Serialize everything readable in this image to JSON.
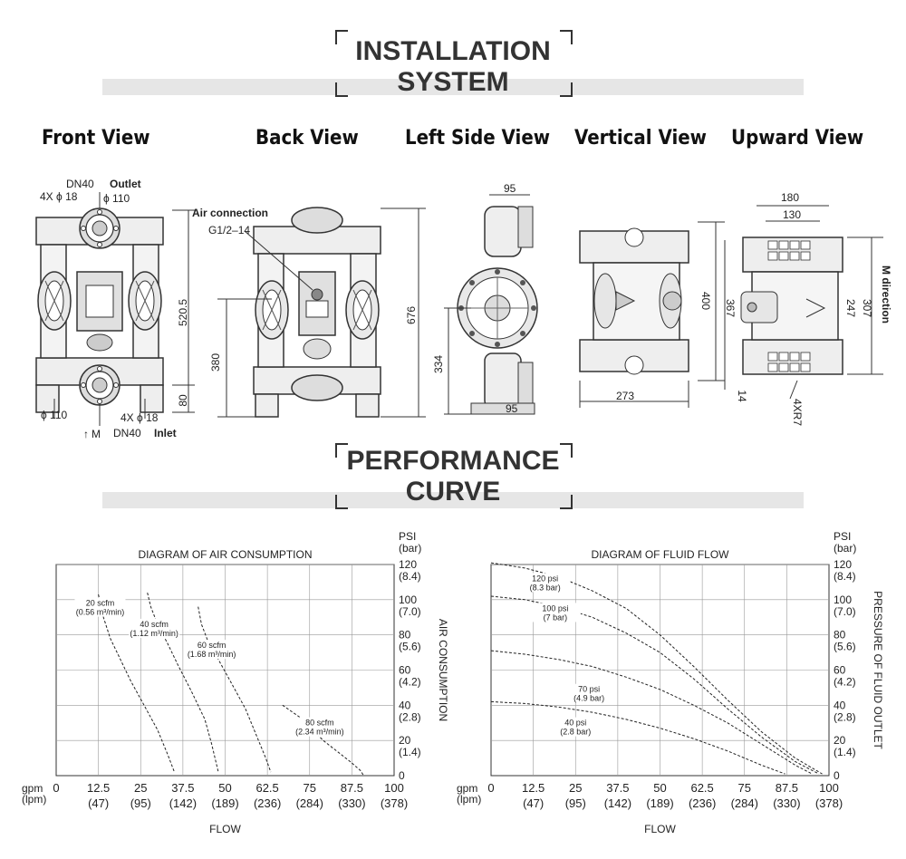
{
  "installation": {
    "title_line1": "INSTALLATION",
    "title_line2": "SYSTEM",
    "views": [
      "Front View",
      "Back View",
      "Left Side View",
      "Vertical View",
      "Upward View"
    ],
    "front": {
      "dn40_outlet": "DN40",
      "outlet_label": "Outlet",
      "holes_top": "4X ϕ 18",
      "phi_top": "ϕ 110",
      "height": "520.5",
      "base": "80",
      "phi_bottom": "ϕ 110",
      "holes_bottom": "4X ϕ 18",
      "m_label": "M",
      "dn40_inlet": "DN40",
      "inlet_label": "Inlet"
    },
    "back": {
      "air_connection": "Air connection",
      "thread": "G1/2–14",
      "height_left": "380",
      "height_total": "676"
    },
    "left_side": {
      "top_width": "95",
      "height": "334",
      "bottom_width": "95"
    },
    "vertical": {
      "width": "273",
      "height": "400",
      "height_outer": "367"
    },
    "upward": {
      "width_outer": "180",
      "width_inner": "130",
      "height_outer": "307",
      "height_inner": "247",
      "m_direction": "M direction",
      "offset": "14",
      "radius": "4XR7"
    }
  },
  "performance": {
    "title_line1": "PERFORMANCE",
    "title_line2": "CURVE"
  },
  "chart_data": [
    {
      "type": "line",
      "title": "DIAGRAM OF AIR CONSUMPTION",
      "xlabel": "FLOW",
      "ylabel": "AIR CONSUMPTION",
      "x_unit_labels": [
        "gpm",
        "(lpm)"
      ],
      "x_ticks": [
        "0",
        "12.5",
        "25",
        "37.5",
        "50",
        "62.5",
        "75",
        "87.5",
        "100"
      ],
      "x_ticks_lpm": [
        "",
        "(47)",
        "(95)",
        "(142)",
        "(189)",
        "(236)",
        "(284)",
        "(330)",
        "(378)"
      ],
      "y_unit_labels": [
        "PSI",
        "(bar)"
      ],
      "y_ticks": [
        "0",
        "20",
        "40",
        "60",
        "80",
        "100",
        "120"
      ],
      "y_ticks_bar": [
        "",
        "(1.4)",
        "(2.8)",
        "(4.2)",
        "(5.6)",
        "(7.0)",
        "(8.4)"
      ],
      "xlim": [
        0,
        100
      ],
      "ylim": [
        0,
        120
      ],
      "grid": true,
      "series": [
        {
          "name": "20 scfm (0.56 m³/min)",
          "label_line1": "20 scfm",
          "label_line2": "(0.56 m³/min)",
          "x": [
            12.5,
            14,
            16,
            19,
            22,
            26,
            30,
            33,
            35
          ],
          "y": [
            103,
            90,
            78,
            66,
            54,
            40,
            26,
            12,
            2
          ]
        },
        {
          "name": "40 scfm (1.12 m³/min)",
          "label_line1": "40 scfm",
          "label_line2": "(1.12 m³/min)",
          "x": [
            27,
            28,
            30,
            33,
            36,
            40,
            44,
            46,
            48
          ],
          "y": [
            104,
            96,
            86,
            75,
            63,
            48,
            32,
            18,
            2
          ]
        },
        {
          "name": "60 scfm (1.68 m³/min)",
          "label_line1": "60 scfm",
          "label_line2": "(1.68 m³/min)",
          "x": [
            42,
            43,
            45,
            48,
            52,
            56,
            59,
            62,
            63.5
          ],
          "y": [
            96,
            86,
            76,
            66,
            52,
            38,
            24,
            10,
            2
          ]
        },
        {
          "name": "80 scfm (2.34 m³/min)",
          "label_line1": "80 scfm",
          "label_line2": "(2.34 m³/min)",
          "x": [
            67,
            70,
            73,
            76,
            79,
            83,
            87,
            90,
            91
          ],
          "y": [
            40,
            36,
            32,
            26,
            20,
            14,
            8,
            3,
            0
          ]
        }
      ]
    },
    {
      "type": "line",
      "title": "DIAGRAM OF FLUID FLOW",
      "xlabel": "FLOW",
      "ylabel": "PRESSURE OF FLUID OUTLET",
      "x_unit_labels": [
        "gpm",
        "(lpm)"
      ],
      "x_ticks": [
        "0",
        "12.5",
        "25",
        "37.5",
        "50",
        "62.5",
        "75",
        "87.5",
        "100"
      ],
      "x_ticks_lpm": [
        "",
        "(47)",
        "(95)",
        "(142)",
        "(189)",
        "(236)",
        "(284)",
        "(330)",
        "(378)"
      ],
      "y_unit_labels": [
        "PSI",
        "(bar)"
      ],
      "y_ticks": [
        "0",
        "20",
        "40",
        "60",
        "80",
        "100",
        "120"
      ],
      "y_ticks_bar": [
        "",
        "(1.4)",
        "(2.8)",
        "(4.2)",
        "(5.6)",
        "(7.0)",
        "(8.4)"
      ],
      "xlim": [
        0,
        100
      ],
      "ylim": [
        0,
        120
      ],
      "grid": true,
      "series": [
        {
          "name": "120 psi (8.3 bar)",
          "label_line1": "120 psi",
          "label_line2": "(8.3 bar)",
          "x": [
            0,
            10,
            20,
            30,
            40,
            50,
            60,
            70,
            80,
            90,
            98
          ],
          "y": [
            121,
            118,
            113,
            105,
            95,
            80,
            62,
            43,
            25,
            10,
            1
          ]
        },
        {
          "name": "100 psi (7 bar)",
          "label_line1": "100 psi",
          "label_line2": "(7 bar)",
          "x": [
            0,
            10,
            20,
            30,
            40,
            50,
            60,
            70,
            80,
            90,
            97
          ],
          "y": [
            102,
            100,
            96,
            90,
            81,
            70,
            55,
            38,
            22,
            8,
            1
          ]
        },
        {
          "name": "70 psi (4.9 bar)",
          "label_line1": "70 psi",
          "label_line2": "(4.9 bar)",
          "x": [
            0,
            10,
            20,
            30,
            40,
            50,
            60,
            70,
            80,
            90,
            95
          ],
          "y": [
            71,
            69,
            66,
            62,
            56,
            49,
            40,
            30,
            18,
            6,
            1
          ]
        },
        {
          "name": "40 psi (2.8 bar)",
          "label_line1": "40 psi",
          "label_line2": "(2.8 bar)",
          "x": [
            0,
            10,
            20,
            30,
            40,
            50,
            60,
            70,
            80,
            87
          ],
          "y": [
            42,
            41,
            39,
            36,
            32,
            27,
            21,
            14,
            6,
            1
          ]
        }
      ]
    }
  ]
}
